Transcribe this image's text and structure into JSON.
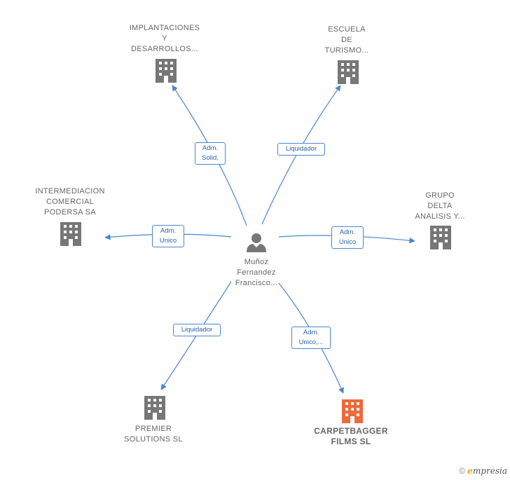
{
  "center": {
    "name": "Muñoz\nFernandez\nFrancisco..."
  },
  "companies": [
    {
      "id": "implantaciones",
      "name": "IMPLANTACIONES\nY\nDESARROLLOS...",
      "highlight": false
    },
    {
      "id": "escuela",
      "name": "ESCUELA\nDE\nTURISMO...",
      "highlight": false
    },
    {
      "id": "intermediacion",
      "name": "INTERMEDIACION\nCOMERCIAL\nPODERSA SA",
      "highlight": false
    },
    {
      "id": "grupo",
      "name": "GRUPO\nDELTA\nANALISIS Y...",
      "highlight": false
    },
    {
      "id": "premier",
      "name": "PREMIER\nSOLUTIONS SL",
      "highlight": false
    },
    {
      "id": "carpetbagger",
      "name": "CARPETBAGGER\nFILMS  SL",
      "highlight": true
    }
  ],
  "relations": [
    {
      "to": "implantaciones",
      "label": "Adm.\nSolid."
    },
    {
      "to": "escuela",
      "label": "Liquidador"
    },
    {
      "to": "intermediacion",
      "label": "Adm.\nUnico"
    },
    {
      "to": "grupo",
      "label": "Adm.\nUnico"
    },
    {
      "to": "premier",
      "label": "Liquidador"
    },
    {
      "to": "carpetbagger",
      "label": "Adm.\nUnico,..."
    }
  ],
  "colors": {
    "edge": "#4a86d0",
    "building": "#777777",
    "building_highlight": "#ee6a3a",
    "person": "#777777"
  },
  "footer": {
    "copyright": "©",
    "brand_initial": "e",
    "brand_rest": "mpresia"
  }
}
